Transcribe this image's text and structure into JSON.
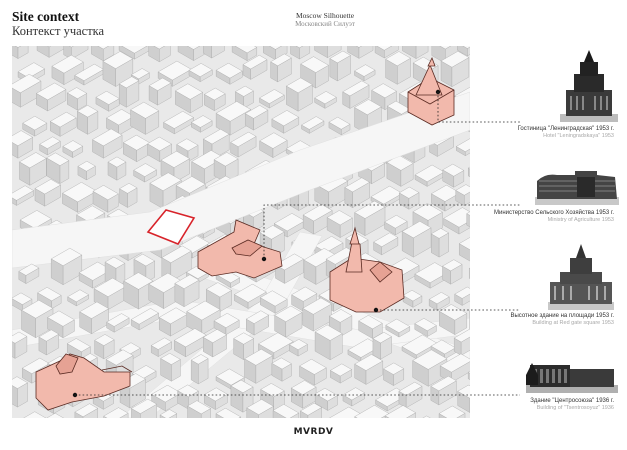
{
  "heading": {
    "title_en": "Site context",
    "title_ru": "Контекст участка"
  },
  "center_title": {
    "en": "Moscow Silhouette",
    "ru": "Московский Силуэт"
  },
  "landmarks": [
    {
      "ru": "Гостиница \"Ленинградская\" 1953 г.",
      "en": "Hotel \"Leningradskaya\" 1953"
    },
    {
      "ru": "Министерство Сельского Хозяйства 1953 г.",
      "en": "Ministry of Agriculture 1953"
    },
    {
      "ru": "Высотное здание на площади 1953 г.",
      "en": "Building at Red gate square 1953"
    },
    {
      "ru": "Здание \"Центросоюза\" 1936 г.",
      "en": "Building of \"Tsentrosoyuz\" 1936"
    }
  ],
  "logo": "MVRDV",
  "colors": {
    "highlight_fill": "#f2b9ac",
    "highlight_stroke": "#5a2a22",
    "site_outline": "#d8232a",
    "building_top": "#f7f7f7",
    "building_side": "#d0d0d0",
    "street": "#efefef",
    "connector": "#222222"
  }
}
